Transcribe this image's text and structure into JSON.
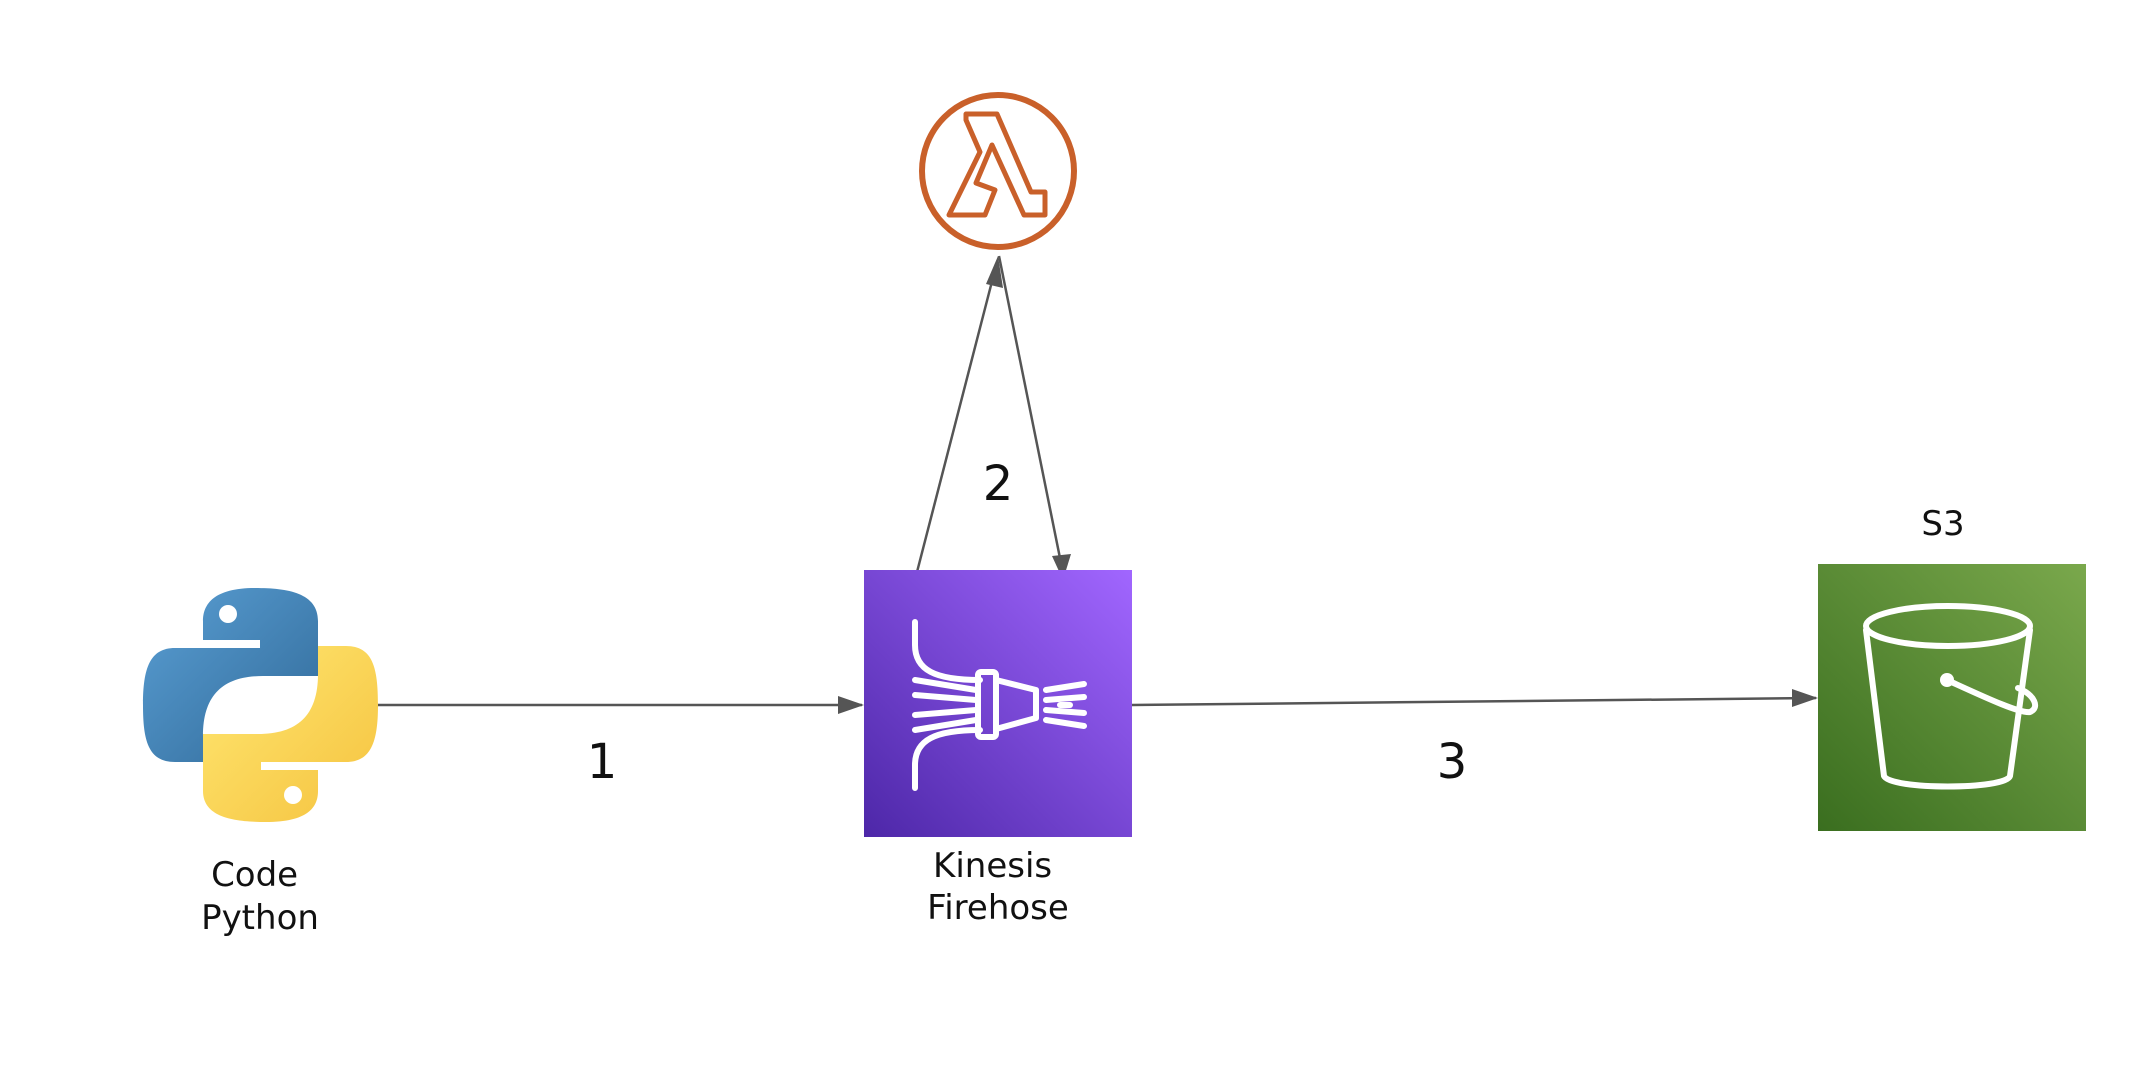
{
  "nodes": {
    "python": {
      "lines": [
        "Code",
        "Python"
      ],
      "icon": "python-logo-icon"
    },
    "firehose": {
      "lines": [
        "Kinesis",
        "Firehose"
      ],
      "icon": "kinesis-firehose-icon"
    },
    "lambda": {
      "icon": "lambda-icon"
    },
    "s3": {
      "label": "S3",
      "icon": "s3-bucket-icon"
    }
  },
  "edges": [
    {
      "from": "python",
      "to": "firehose",
      "label": "1"
    },
    {
      "from": "firehose",
      "to": "lambda",
      "label": "2"
    },
    {
      "from": "lambda",
      "to": "firehose",
      "label": ""
    },
    {
      "from": "firehose",
      "to": "s3",
      "label": "3"
    }
  ],
  "colors": {
    "python_blue": "#3e73a7",
    "python_yellow": "#ffd242",
    "lambda_orange": "#c9602a",
    "firehose_purple": "#6a46d0",
    "s3_green": "#569133",
    "edge": "#555555"
  }
}
